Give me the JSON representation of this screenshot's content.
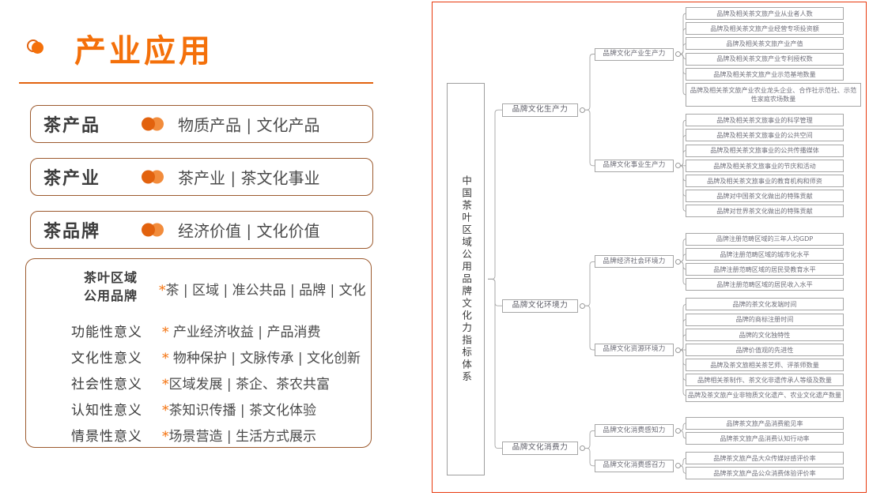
{
  "slide": {
    "bullet_icon": "circle-bullet-icon",
    "title": "产业应用",
    "accent_color": "#F4700A",
    "border_color": "#9C5A2E",
    "frame_color": "#E8380D"
  },
  "categories": [
    {
      "label": "茶产品",
      "icon": "double-dot-icon",
      "value": "物质产品 | 文化产品"
    },
    {
      "label": "茶产业",
      "icon": "double-dot-icon",
      "value": "茶产业 | 茶文化事业"
    },
    {
      "label": "茶品牌",
      "icon": "double-dot-icon",
      "value": "经济价值 | 文化价值"
    }
  ],
  "meaning_card": {
    "head_label": "茶叶区域\n公用品牌",
    "head_label_line1": "茶叶区域",
    "head_label_line2": "公用品牌",
    "head_star": "*",
    "head_value": "茶 | 区域 | 准公共品 | 品牌 | 文化",
    "rows": [
      {
        "key": "功能性意义",
        "star": "*",
        "value": " 产业经济收益 | 产品消费"
      },
      {
        "key": "文化性意义",
        "star": "*",
        "value": " 物种保护 | 文脉传承 | 文化创新"
      },
      {
        "key": "社会性意义",
        "star": "*",
        "value": "区域发展 | 茶企、茶农共富"
      },
      {
        "key": "认知性意义",
        "star": "*",
        "value": "茶知识传播 | 茶文化体验"
      },
      {
        "key": "情景性意义",
        "star": "*",
        "value": "场景营造 | 生活方式展示"
      }
    ]
  },
  "tree": {
    "root": "中国茶叶区域公用品牌文化力指标体系",
    "branches": [
      {
        "label": "品牌文化生产力",
        "groups": [
          {
            "label": "品牌文化产业生产力",
            "leaves": [
              "品牌及相关茶文旅产业从业者人数",
              "品牌及相关茶文旅产业经营专项投资额",
              "品牌及相关茶文旅产业产值",
              "品牌及相关茶文旅产业专利授权数",
              "品牌及相关茶文旅产业示范基地数量",
              "品牌及相关茶文旅产业农业龙头企业、合作社示范社、示范性家庭农场数量"
            ]
          },
          {
            "label": "品牌文化事业生产力",
            "leaves": [
              "品牌及相关茶文旅事业的科学管理",
              "品牌及相关茶文旅事业的公共空间",
              "品牌及相关茶文旅事业的公共传播媒体",
              "品牌及相关茶文旅事业的节庆和活动",
              "品牌及相关茶文旅事业的教育机构和师资",
              "品牌对中国茶文化做出的特殊贡献",
              "品牌对世界茶文化做出的特殊贡献"
            ]
          }
        ]
      },
      {
        "label": "品牌文化环境力",
        "groups": [
          {
            "label": "品牌经济社会环境力",
            "leaves": [
              "品牌注册范畴区域的三年人均GDP",
              "品牌注册范畴区域的城市化水平",
              "品牌注册范畴区域的居民受教育水平",
              "品牌注册范畴区域的居民收入水平"
            ]
          },
          {
            "label": "品牌文化资源环境力",
            "leaves": [
              "品牌的茶文化发端时间",
              "品牌的商标注册时间",
              "品牌的文化独特性",
              "品牌价值观的先进性",
              "品牌及茶文旅相关茶艺师、评茶师数量",
              "品牌相关茶制作、茶文化非遗传承人等级及数量",
              "品牌及茶文旅产业非物质文化遗产、农业文化遗产数量"
            ]
          }
        ]
      },
      {
        "label": "品牌文化消费力",
        "groups": [
          {
            "label": "品牌文化消费感知力",
            "leaves": [
              "品牌茶文旅产品消费能见率",
              "品牌茶文旅产品消费认知行动率"
            ]
          },
          {
            "label": "品牌文化消费感召力",
            "leaves": [
              "品牌茶文旅产品大众传媒好感评价率",
              "品牌茶文旅产品公众消费体验评价率"
            ]
          }
        ]
      }
    ]
  }
}
